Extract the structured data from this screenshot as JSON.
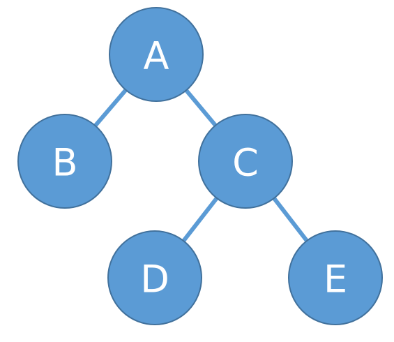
{
  "colors": {
    "node_fill": "#5b9bd5",
    "node_stroke": "#41719c",
    "edge": "#5b9bd5",
    "label": "#ffffff"
  },
  "nodes": [
    {
      "id": "A",
      "label": "A"
    },
    {
      "id": "B",
      "label": "B"
    },
    {
      "id": "C",
      "label": "C"
    },
    {
      "id": "D",
      "label": "D"
    },
    {
      "id": "E",
      "label": "E"
    }
  ],
  "edges": [
    {
      "from": "A",
      "to": "B"
    },
    {
      "from": "A",
      "to": "C"
    },
    {
      "from": "C",
      "to": "D"
    },
    {
      "from": "C",
      "to": "E"
    }
  ]
}
